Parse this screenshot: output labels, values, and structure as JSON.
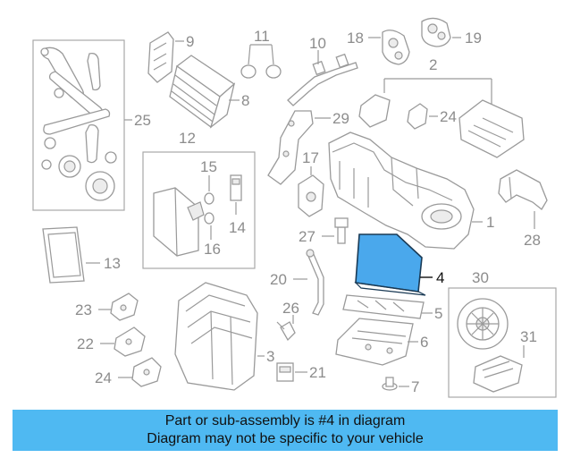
{
  "callouts": {
    "c1": "1",
    "c2": "2",
    "c3": "3",
    "c4": "4",
    "c5": "5",
    "c6": "6",
    "c7": "7",
    "c8": "8",
    "c9": "9",
    "c10": "10",
    "c11": "11",
    "c12": "12",
    "c13": "13",
    "c14": "14",
    "c15": "15",
    "c16": "16",
    "c17": "17",
    "c18": "18",
    "c19": "19",
    "c20": "20",
    "c21": "21",
    "c22": "22",
    "c23": "23",
    "c24a": "24",
    "c24b": "24",
    "c25": "25",
    "c26": "26",
    "c27": "27",
    "c28": "28",
    "c29": "29",
    "c30": "30",
    "c31": "31"
  },
  "highlight": {
    "part_number": "4",
    "color": "#4aa8ec",
    "outline": "#1a3a55"
  },
  "banner": {
    "line1": "Part or sub-assembly is #4 in diagram",
    "line2": "Diagram may not be specific to your vehicle",
    "background": "#4fb9f2"
  }
}
